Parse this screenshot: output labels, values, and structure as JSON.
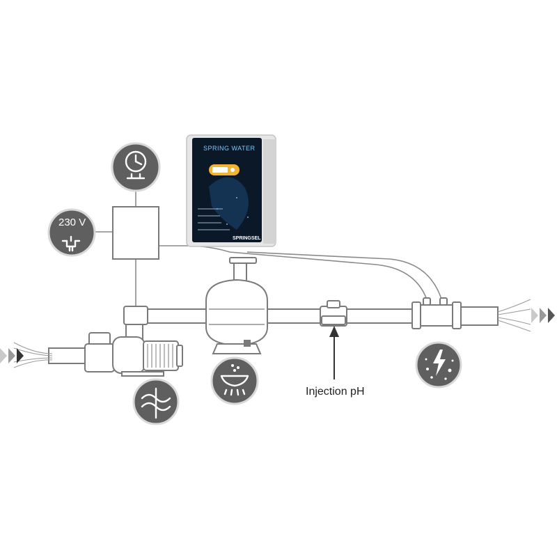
{
  "diagram": {
    "labels": {
      "injection": "Injection pH",
      "voltage": "230 V"
    },
    "device": {
      "title": "SPRING WATER",
      "brand": "SPRINGSEL"
    },
    "icons": [
      "timer-clock-icon",
      "power-plug-icon",
      "pump-impeller-icon",
      "filter-sprinkle-icon",
      "electrolysis-cell-icon"
    ],
    "colors": {
      "badge": "#5f5f5f",
      "pipe_stroke": "#7a7a7a",
      "flow_arrow": "#333333",
      "device_panel": "#0b1828",
      "device_accent": "#f2b233"
    }
  }
}
